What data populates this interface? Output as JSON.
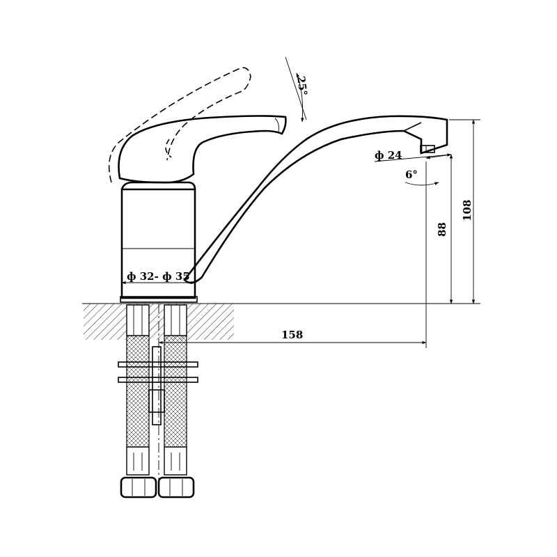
{
  "dimensions": {
    "lever_angle": "25°",
    "aerator_diameter": "ф 24",
    "spout_angle": "6°",
    "spout_height": "88",
    "total_height": "108",
    "body_diameter": "ф 32- ф 35",
    "spout_reach": "158"
  }
}
